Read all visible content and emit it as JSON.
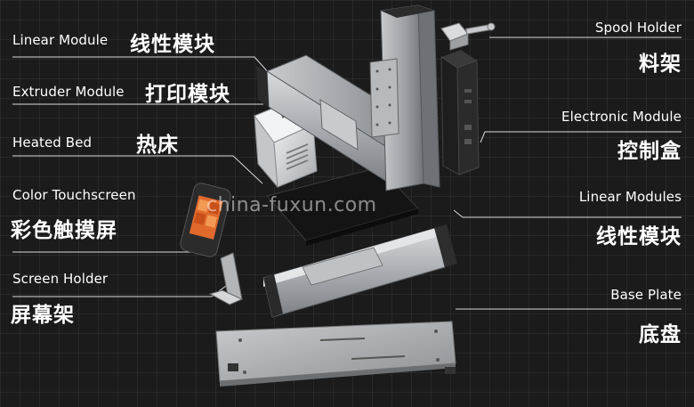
{
  "labels_left": [
    {
      "key": "linear_module",
      "en": "Linear Module",
      "cn": "线性模块"
    },
    {
      "key": "extruder_module",
      "en": "Extruder Module",
      "cn": "打印模块"
    },
    {
      "key": "heated_bed",
      "en": "Heated Bed",
      "cn": "热床"
    },
    {
      "key": "color_touchscreen",
      "en": "Color Touchscreen",
      "cn": "彩色触摸屏"
    },
    {
      "key": "screen_holder",
      "en": "Screen Holder",
      "cn": "屏幕架"
    }
  ],
  "labels_right": [
    {
      "key": "spool_holder",
      "en": "Spool Holder",
      "cn": "料架"
    },
    {
      "key": "electronic_module",
      "en": "Electronic Module",
      "cn": "控制盒"
    },
    {
      "key": "linear_modules",
      "en": "Linear Modules",
      "cn": "线性模块"
    },
    {
      "key": "base_plate",
      "en": "Base Plate",
      "cn": "底盘"
    }
  ],
  "watermark": "china-fuxun.com",
  "colors": {
    "background": "#1b1b1b",
    "label_text": "#ffffff",
    "leader_line": "#d8d8d8"
  }
}
